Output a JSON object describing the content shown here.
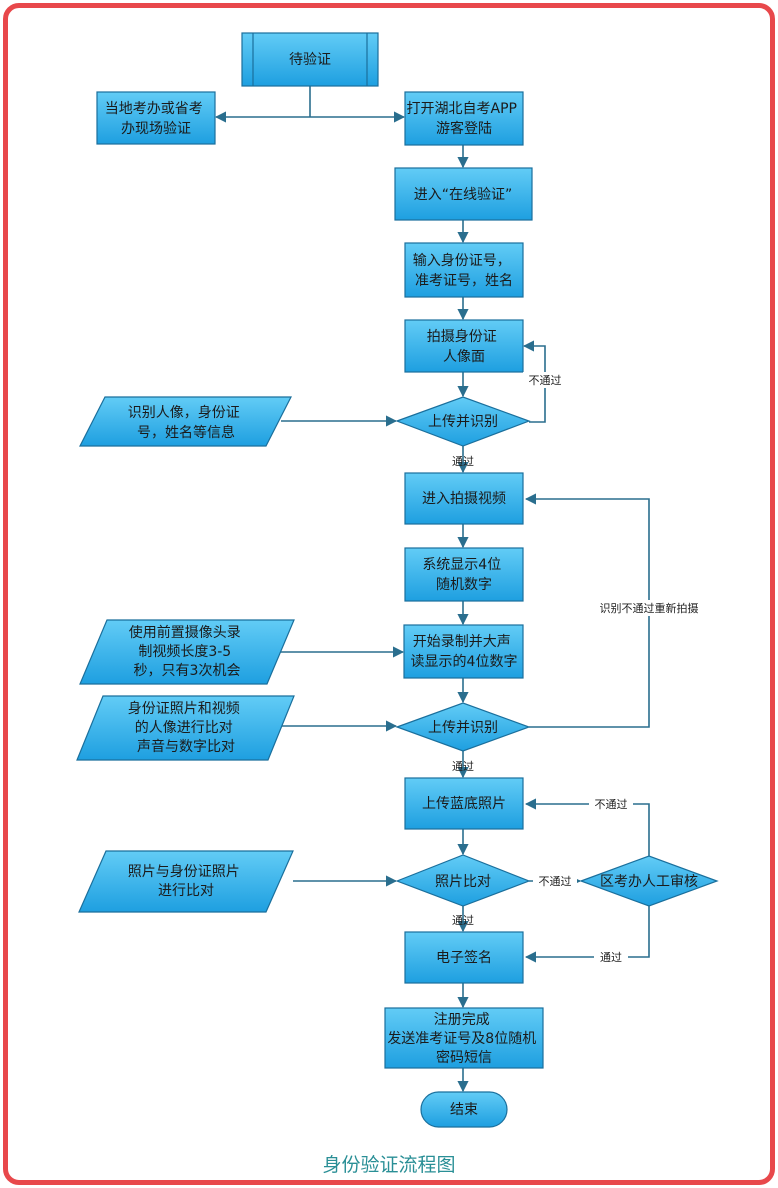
{
  "title": "身份验证流程图",
  "nodes": {
    "start": [
      "待验证"
    ],
    "local": [
      "当地考办或省考",
      "办现场验证"
    ],
    "app": [
      "打开湖北自考APP",
      "游客登陆"
    ],
    "online": [
      "进入“在线验证”"
    ],
    "input_id": [
      "输入身份证号，",
      "准考证号，姓名"
    ],
    "photo_id": [
      "拍摄身份证",
      "人像面"
    ],
    "upload1": [
      "上传并识别"
    ],
    "info1": [
      "识别人像，身份证",
      "号，姓名等信息"
    ],
    "video": [
      "进入拍摄视频"
    ],
    "digits": [
      "系统显示4位",
      "随机数字"
    ],
    "info2": [
      "使用前置摄像头录",
      "制视频长度3-5",
      "秒，只有3次机会"
    ],
    "record": [
      "开始录制并大声",
      "读显示的4位数字"
    ],
    "info3": [
      "身份证照片和视频",
      "的人像进行比对",
      "声音与数字比对"
    ],
    "upload2": [
      "上传并识别"
    ],
    "blue": [
      "上传蓝底照片"
    ],
    "info4": [
      "照片与身份证照片",
      "进行比对"
    ],
    "compare": [
      "照片比对"
    ],
    "manual": [
      "区考办人工审核"
    ],
    "sign": [
      "电子签名"
    ],
    "done": [
      "注册完成",
      "发送准考证号及8位随机",
      "密码短信"
    ],
    "end": [
      "结束"
    ]
  },
  "edge_labels": {
    "fail1": "不通过",
    "pass1": "通过",
    "retake": "识别不通过重新拍摄",
    "pass2": "通过",
    "fail2": "不通过",
    "fail3": "不通过",
    "pass3": "通过",
    "pass4": "通过"
  },
  "colors": {
    "frame": "#e8484b",
    "node_fill_top": "#5ac8f5",
    "node_fill_bottom": "#1d9fe0",
    "node_stroke": "#1a6f9c",
    "edge": "#2a6e8e",
    "title": "#2a8f96"
  }
}
